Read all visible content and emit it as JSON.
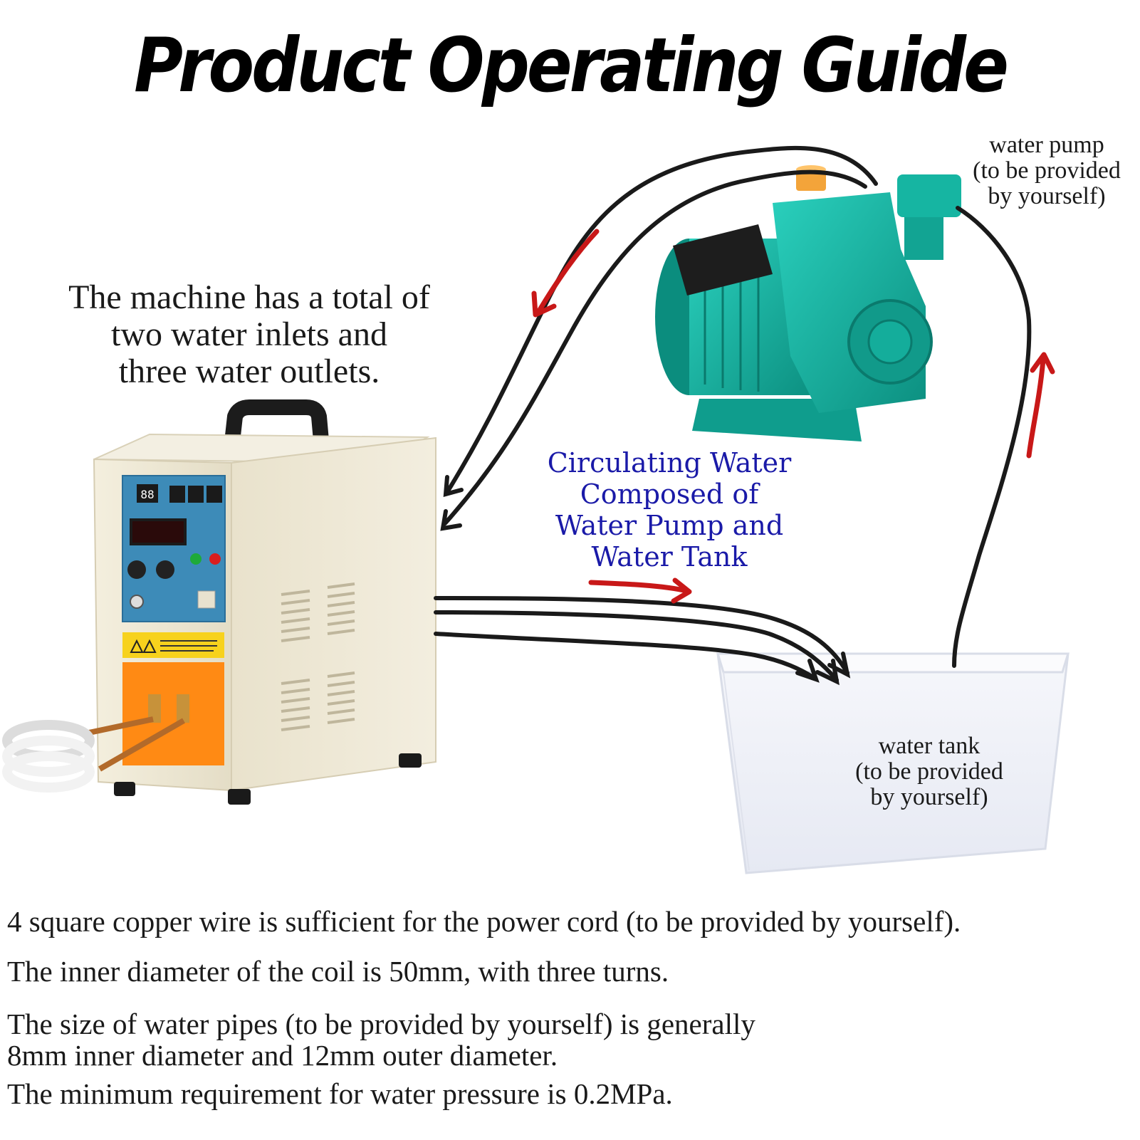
{
  "title": "Product Operating Guide",
  "intro": {
    "line1": "The machine has a total of",
    "line2": "two water inlets and",
    "line3": "three water outlets."
  },
  "pump_label": {
    "line1": "water pump",
    "line2": "(to be provided",
    "line3": "by yourself)"
  },
  "circulating": {
    "line1": "Circulating Water",
    "line2": "Composed of",
    "line3": "Water Pump and",
    "line4": "Water Tank"
  },
  "tank_label": {
    "line1": "water tank",
    "line2": "(to be provided",
    "line3": "by yourself)"
  },
  "machine_display": "88",
  "notes": [
    "4 square copper wire is sufficient for the power cord (to be provided by yourself).",
    "The inner diameter of the coil is 50mm, with three turns.",
    "The size of water pipes (to be provided by yourself) is generally",
    "8mm inner diameter and 12mm outer diameter.",
    "The minimum requirement for water pressure is 0.2MPa."
  ],
  "colors": {
    "accent_blue": "#1a1aa8",
    "arrow_red": "#c81818",
    "machine_body": "#ece6d2",
    "panel_blue": "#3d8bb8",
    "plate_orange": "#ff8a14",
    "pump_teal": "#13b2a0",
    "tank_fill": "#eef0f8"
  },
  "icons": [
    "warning-icon",
    "knob-icon",
    "carry-handle-icon",
    "induction-coil-icon"
  ]
}
